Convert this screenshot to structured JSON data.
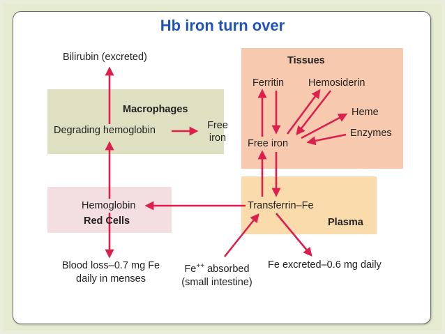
{
  "title": "Hb iron turn over",
  "colors": {
    "title": "#1f53b8",
    "arrow": "#dc1f4c",
    "macrophages_box": "#dfe0c2",
    "red_cells_box": "#f3dee2",
    "tissues_box": "#f7c9ae",
    "plasma_box": "#fadcac"
  },
  "macrophages": {
    "header": "Macrophages",
    "degrading": "Degrading hemoglobin",
    "free_iron_line1": "Free",
    "free_iron_line2": "iron"
  },
  "bilirubin": "Bilirubin (excreted)",
  "red_cells": {
    "header": "Red Cells",
    "hemoglobin": "Hemoglobin"
  },
  "tissues": {
    "header": "Tissues",
    "ferritin": "Ferritin",
    "hemosiderin": "Hemosiderin",
    "heme": "Heme",
    "enzymes": "Enzymes",
    "free_iron": "Free iron"
  },
  "plasma": {
    "header": "Plasma",
    "transferrin": "Transferrin–Fe"
  },
  "bottom": {
    "blood_loss_line1": "Blood loss–0.7 mg Fe",
    "blood_loss_line2": "daily in menses",
    "absorbed_base": "Fe",
    "absorbed_sup": "++",
    "absorbed_rest": " absorbed",
    "absorbed_line2": "(small intestine)",
    "excreted": "Fe excreted–0.6 mg daily"
  }
}
